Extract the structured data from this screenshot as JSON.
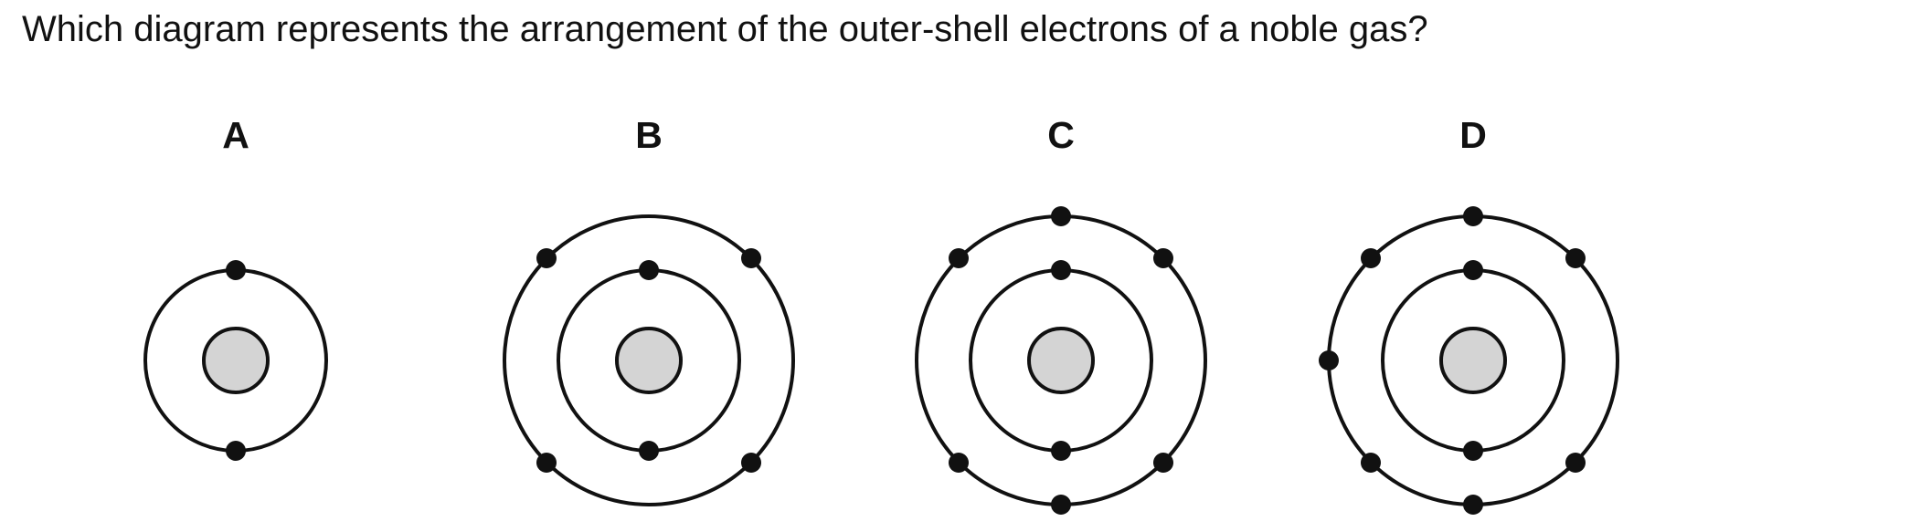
{
  "question": {
    "text": "Which diagram represents the arrangement of the outer-shell electrons of a noble gas?"
  },
  "options": [
    {
      "letter": "A",
      "shells": [
        2
      ]
    },
    {
      "letter": "B",
      "shells": [
        2,
        4
      ]
    },
    {
      "letter": "C",
      "shells": [
        2,
        6
      ]
    },
    {
      "letter": "D",
      "shells": [
        2,
        7
      ]
    }
  ],
  "colors": {
    "line": "#111111",
    "nucleus_fill": "#d4d4d4",
    "electron": "#111111"
  }
}
